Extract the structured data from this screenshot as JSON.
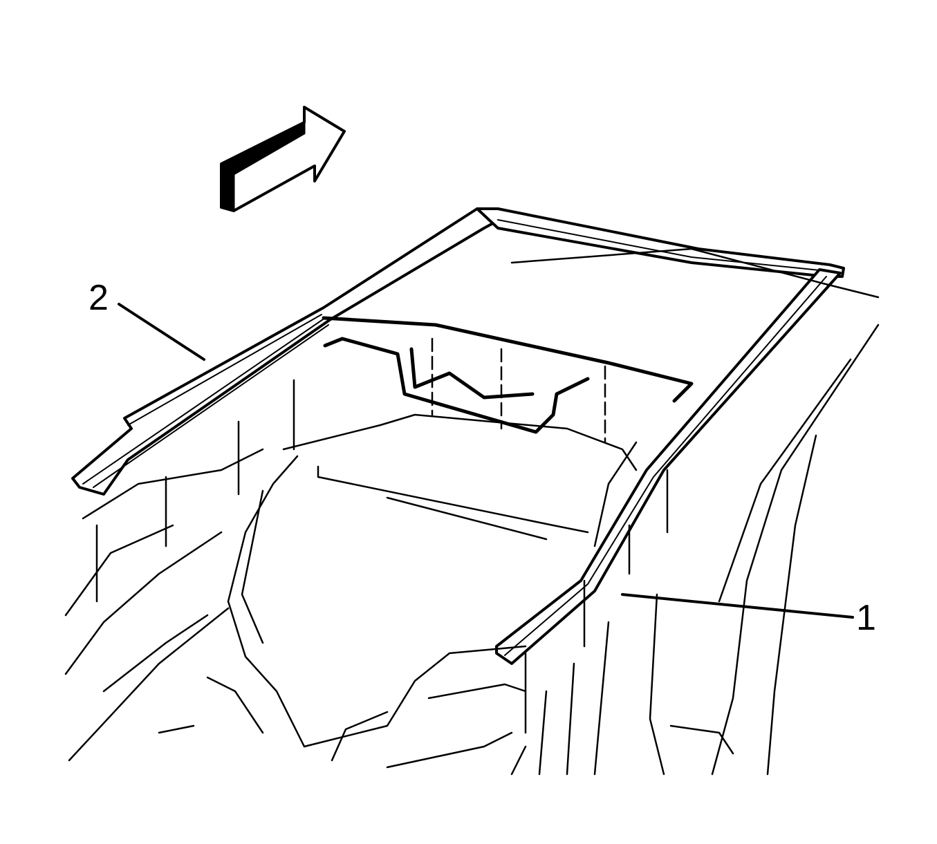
{
  "diagram": {
    "type": "automotive service illustration",
    "subject": "roof panel / roof rail reinforcement assembly with sunroof opening",
    "colors": {
      "line": "#000000",
      "background": "#ffffff"
    },
    "direction_arrow": {
      "icon": "front-direction-arrow-icon",
      "meaning": "vehicle front"
    },
    "callouts": [
      {
        "id": "1",
        "label": "1"
      },
      {
        "id": "2",
        "label": "2"
      }
    ]
  }
}
